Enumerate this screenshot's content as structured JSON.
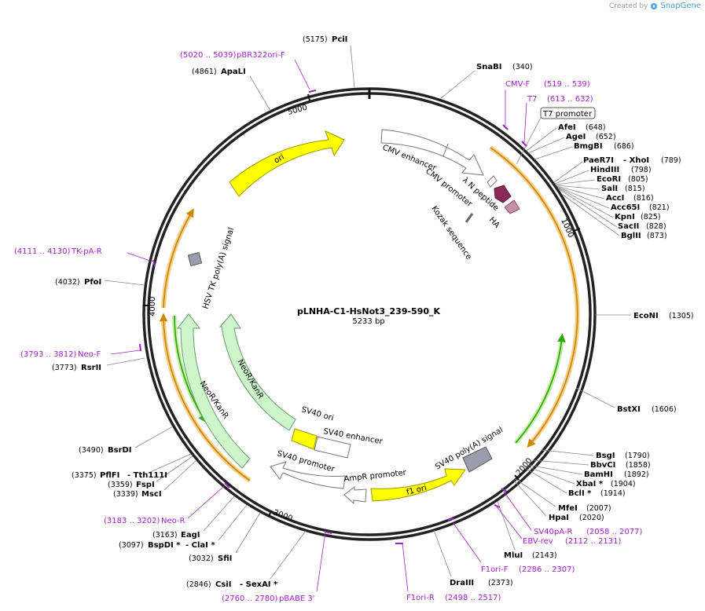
{
  "credit": {
    "prefix": "Created by",
    "brand": "SnapGene"
  },
  "plasmid": {
    "name": "pLNHA-C1-HsNot3_239-590_K",
    "length_label": "5233 bp",
    "length": 5233
  },
  "colors": {
    "primer": "#a020c8",
    "ori": "#ffff00",
    "neo": "#ccf5cc",
    "orange_line": "#cc8a00",
    "orange_glow": "#f5d090",
    "green_line": "#33aa00",
    "green_glow": "#c8f0b0",
    "np_purple": "#8b2a5a",
    "ha_pink": "#c890a8",
    "polyA_gray": "#999faa"
  },
  "ticks": [
    {
      "label": "1000",
      "pos": 1000
    },
    {
      "label": "2000",
      "pos": 2000
    },
    {
      "label": "3000",
      "pos": 3000
    },
    {
      "label": "4000",
      "pos": 4000
    },
    {
      "label": "5000",
      "pos": 5000
    }
  ],
  "sites": [
    {
      "name": "PciI",
      "pos": "(5175)"
    },
    {
      "name": "SnaBI",
      "pos": "(340)"
    },
    {
      "name": "AfeI",
      "pos": "(648)"
    },
    {
      "name": "AgeI",
      "pos": "(652)"
    },
    {
      "name": "BmgBI",
      "pos": "(686)"
    },
    {
      "name": "PaeR7I",
      "pos": "(789)",
      "alt": "- XhoI"
    },
    {
      "name": "HindIII",
      "pos": "(798)"
    },
    {
      "name": "EcoRI",
      "pos": "(805)"
    },
    {
      "name": "SalI",
      "pos": "(815)"
    },
    {
      "name": "AccI",
      "pos": "(816)"
    },
    {
      "name": "Acc65I",
      "pos": "(821)"
    },
    {
      "name": "KpnI",
      "pos": "(825)"
    },
    {
      "name": "SacII",
      "pos": "(828)"
    },
    {
      "name": "BglII",
      "pos": "(873)"
    },
    {
      "name": "EcoNI",
      "pos": "(1305)"
    },
    {
      "name": "BstXI",
      "pos": "(1606)"
    },
    {
      "name": "BsgI",
      "pos": "(1790)"
    },
    {
      "name": "BbvCI",
      "pos": "(1858)"
    },
    {
      "name": "BamHI",
      "pos": "(1892)"
    },
    {
      "name": "XbaI *",
      "pos": "(1904)"
    },
    {
      "name": "BclI *",
      "pos": "(1914)"
    },
    {
      "name": "MfeI",
      "pos": "(2007)"
    },
    {
      "name": "HpaI",
      "pos": "(2020)"
    },
    {
      "name": "MluI",
      "pos": "(2143)"
    },
    {
      "name": "DraIII",
      "pos": "(2373)"
    },
    {
      "name": "CsiI",
      "pos": "(2846)",
      "alt": "- SexAI *"
    },
    {
      "name": "SfiI",
      "pos": "(3032)"
    },
    {
      "name": "BspDI *",
      "pos": "(3097)",
      "alt": "- ClaI *"
    },
    {
      "name": "EagI",
      "pos": "(3163)"
    },
    {
      "name": "MscI",
      "pos": "(3339)"
    },
    {
      "name": "FspI",
      "pos": "(3359)"
    },
    {
      "name": "PflFI",
      "pos": "(3375)",
      "alt": "- Tth111I"
    },
    {
      "name": "BsrDI",
      "pos": "(3490)"
    },
    {
      "name": "RsrII",
      "pos": "(3773)"
    },
    {
      "name": "PfoI",
      "pos": "(4032)"
    },
    {
      "name": "ApaLI",
      "pos": "(4861)"
    }
  ],
  "primers": [
    {
      "name": "CMV-F",
      "range": "(519 .. 539)"
    },
    {
      "name": "T7",
      "range": "(613 .. 632)"
    },
    {
      "name": "SV40pA-R",
      "range": "(2058 .. 2077)"
    },
    {
      "name": "EBV-rev",
      "range": "(2112 .. 2131)"
    },
    {
      "name": "F1ori-F",
      "range": "(2286 .. 2307)"
    },
    {
      "name": "F1ori-R",
      "range": "(2498 .. 2517)"
    },
    {
      "name": "pBABE 3'",
      "range": "(2760 .. 2780)"
    },
    {
      "name": "Neo-R",
      "range": "(3183 .. 3202)"
    },
    {
      "name": "Neo-F",
      "range": "(3793 .. 3812)"
    },
    {
      "name": "TK-pA-R",
      "range": "(4111 .. 4130)"
    },
    {
      "name": "pBR322ori-F",
      "range": "(5020 .. 5039)"
    }
  ],
  "features": {
    "ori": "ori",
    "cmv_enhancer": "CMV enhancer",
    "cmv_promoter": "CMV promoter",
    "t7_promoter": "T7 promoter",
    "lambda_n": "λ N peptide",
    "ha": "HA",
    "kozak": "Kozak sequence",
    "hsv_tk": "HSV TK poly(A) signal",
    "neor1": "NeoR/KanR",
    "neor2": "NeoR/KanR",
    "sv40_ori": "SV40 ori",
    "sv40_enhancer": "SV40 enhancer",
    "sv40_promoter": "SV40 promoter",
    "ampr_promoter": "AmpR promoter",
    "f1_ori": "f1 ori",
    "sv40_polya": "SV40 poly(A) signal"
  }
}
